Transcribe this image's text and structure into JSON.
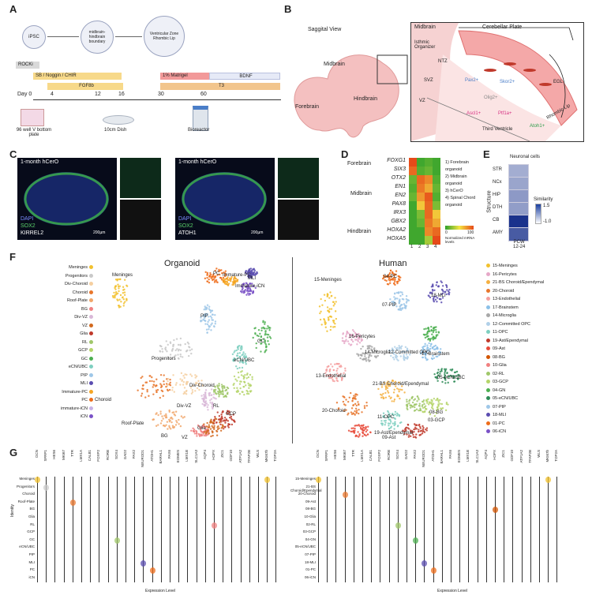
{
  "panels": {
    "A": "A",
    "B": "B",
    "C": "C",
    "D": "D",
    "E": "E",
    "F": "F",
    "G": "G"
  },
  "panelA": {
    "stages": [
      "iPSC",
      "midbrain-hindbrain boundary",
      "Ventricular Zone Rhombic Lip"
    ],
    "bars": [
      "ROCKi",
      "SB / Noggin / CHIR",
      "FGF8b",
      "1% Matrigel",
      "BDNF",
      "T3"
    ],
    "days": [
      "Day 0",
      "4",
      "12",
      "16",
      "30",
      "60"
    ],
    "vessels": [
      "96 well V bottom plate",
      "10cm Dish",
      "Bioreactor"
    ]
  },
  "panelB": {
    "title": "Saggital View",
    "regions": [
      "Midbrain",
      "Forebrain",
      "Hindbrain"
    ],
    "zoom": [
      "Midbrain",
      "Cerebellar Plate",
      "Isthmic Organizer",
      "NTZ",
      "SVZ",
      "VZ",
      "EGL",
      "Third Ventricle",
      "Rhombic Lip",
      "Pax2+",
      "Skor2+",
      "Olig2+",
      "Ascl1+",
      "Ptf1a+",
      "Atoh1+"
    ]
  },
  "panelC": {
    "images": [
      {
        "title": "1-month hCerO",
        "channels": [
          "DAPI",
          "SOX2",
          "KIRREL2"
        ],
        "scale": "200µm"
      },
      {
        "title": "1-month hCerO",
        "channels": [
          "DAPI",
          "SOX2",
          "ATOH1"
        ],
        "scale": "200µm"
      }
    ]
  },
  "panelD": {
    "groups": [
      {
        "name": "Forebrain",
        "genes": [
          "FOXG1",
          "SIX3"
        ]
      },
      {
        "name": "Midbrain",
        "genes": [
          "OTX2",
          "EN1",
          "EN2",
          "PAX8"
        ]
      },
      {
        "name": "Hindbrain",
        "genes": [
          "IRX3",
          "GBX2",
          "HOXA2",
          "HOXA5"
        ]
      }
    ],
    "columns": [
      "1",
      "2",
      "3",
      "4"
    ],
    "key": [
      "1) Forebrain organoid",
      "2) Midbrain organoid",
      "3) hCerO",
      "4) Spinal Chord organoid"
    ],
    "colorbar": {
      "min": "0",
      "max": "100",
      "label": "Normalized mRNA levels"
    },
    "values": [
      [
        100,
        5,
        10,
        5
      ],
      [
        90,
        10,
        15,
        5
      ],
      [
        15,
        90,
        80,
        10
      ],
      [
        10,
        85,
        70,
        15
      ],
      [
        15,
        75,
        95,
        10
      ],
      [
        5,
        60,
        90,
        20
      ],
      [
        5,
        20,
        90,
        60
      ],
      [
        5,
        15,
        85,
        70
      ],
      [
        5,
        5,
        80,
        90
      ],
      [
        5,
        5,
        30,
        100
      ]
    ]
  },
  "panelE": {
    "title": "Neuronal cells",
    "ylabel": "Structure",
    "structures": [
      "STR",
      "NCx",
      "HIP",
      "DTH",
      "CB",
      "AMY"
    ],
    "similarity": [
      0.0,
      0.1,
      0.25,
      0.2,
      1.5,
      1.0
    ],
    "legend": {
      "label": "Similarity",
      "max": "1.5",
      "min": "-1.0"
    },
    "xlabel": "PCW\n12-24"
  },
  "panelF": {
    "organoid": {
      "title": "Organoid",
      "legend": [
        {
          "name": "Meninges",
          "color": "#f2c12e"
        },
        {
          "name": "Progenitors",
          "color": "#c9c9c9"
        },
        {
          "name": "Div-Choroid",
          "color": "#f5cfa0"
        },
        {
          "name": "Choroid",
          "color": "#e8762c"
        },
        {
          "name": "Roof-Plate",
          "color": "#f1a66a"
        },
        {
          "name": "BG",
          "color": "#f08080"
        },
        {
          "name": "Div-VZ",
          "color": "#d9b8d8"
        },
        {
          "name": "VZ",
          "color": "#d2691e"
        },
        {
          "name": "Glia",
          "color": "#c0392b"
        },
        {
          "name": "RL",
          "color": "#a0c76a"
        },
        {
          "name": "GCP",
          "color": "#b5d56a"
        },
        {
          "name": "GC",
          "color": "#4caf50"
        },
        {
          "name": "eCN/UBC",
          "color": "#7ecfc0"
        },
        {
          "name": "PIP",
          "color": "#9ec7e8"
        },
        {
          "name": "MLI",
          "color": "#5b4db0"
        },
        {
          "name": "Immature-PC",
          "color": "#f5a623"
        },
        {
          "name": "PC",
          "color": "#ee6c1a"
        },
        {
          "name": "immature-iCN",
          "color": "#c8b3e6"
        },
        {
          "name": "iCN",
          "color": "#7a52c7"
        }
      ],
      "labels": [
        "Meninges",
        "Progenitors",
        "PC",
        "Immature-PC",
        "MLI",
        "Immature-iCN",
        "PIP",
        "Div-Choroid",
        "eCN/UBC",
        "GC",
        "Choroid",
        "Div-VZ",
        "RL",
        "GCP",
        "Roof-Plate",
        "BG",
        "VZ",
        "Glia"
      ]
    },
    "human": {
      "title": "Human",
      "legend": [
        {
          "name": "15-Meninges",
          "color": "#f2c12e"
        },
        {
          "name": "16-Pericytes",
          "color": "#e6a8c8"
        },
        {
          "name": "21-BS Choroid/Ependymal",
          "color": "#f5b041"
        },
        {
          "name": "20-Choroid",
          "color": "#e8762c"
        },
        {
          "name": "13-Endothelial",
          "color": "#f4a0a0"
        },
        {
          "name": "17-Brainstem",
          "color": "#8bc0e8"
        },
        {
          "name": "14-Microglia",
          "color": "#a8a8a8"
        },
        {
          "name": "12-Committed OPC",
          "color": "#b0d0e8"
        },
        {
          "name": "11-OPC",
          "color": "#7ecfc0"
        },
        {
          "name": "19-Ast/Ependymal",
          "color": "#c0392b"
        },
        {
          "name": "09-Ast",
          "color": "#e74c3c"
        },
        {
          "name": "08-BG",
          "color": "#d35400"
        },
        {
          "name": "10-Glia",
          "color": "#f08080"
        },
        {
          "name": "02-RL",
          "color": "#a0c76a"
        },
        {
          "name": "03-GCP",
          "color": "#b5d56a"
        },
        {
          "name": "04-GN",
          "color": "#4caf50"
        },
        {
          "name": "05-eCN/UBC",
          "color": "#2e8b57"
        },
        {
          "name": "07-PIP",
          "color": "#9ec7e8"
        },
        {
          "name": "18-MLI",
          "color": "#5b4db0"
        },
        {
          "name": "01-PC",
          "color": "#ee6c1a"
        },
        {
          "name": "06-iCN",
          "color": "#7a52c7"
        }
      ],
      "labels": [
        "15-Meninges",
        "04-PC",
        "07-PIP",
        "16-Pericytes",
        "18-MLI",
        "14-Microglia",
        "12-Committed OPC",
        "17-Brainstem",
        "13-Endothelial",
        "21-BS Choroid/Ependymal",
        "05-eCN/UBC",
        "20-Choroid",
        "11-OPC",
        "03-GCP",
        "19-Ast/Ependymal",
        "08-BG",
        "09-Ast"
      ]
    }
  },
  "panelG": {
    "ylabel": "Identity",
    "xlabel": "Expression Level",
    "genes": [
      "DCN",
      "SFRP1",
      "HES6",
      "MKI67",
      "TTR",
      "LMX1A",
      "CALB1",
      "FOXP2",
      "RORB",
      "SOX4",
      "GAD2",
      "PAX2",
      "NEUROD1",
      "ATOH1",
      "BARHL1",
      "PAX6",
      "EOMES",
      "LMX1B",
      "SLC1A3",
      "AQP4",
      "HOPX",
      "ZIC1",
      "GDF10",
      "ATP1A2",
      "TFAP2B",
      "WLS",
      "MKI67b",
      "TOP2A"
    ],
    "organoid_rows": [
      "Meninges",
      "Progenitors",
      "Choroid",
      "Roof-Plate",
      "BG",
      "Glia",
      "RL",
      "GCP",
      "GC",
      "eCN/UBC",
      "PIP",
      "MLI",
      "PC",
      "iCN"
    ],
    "human_rows": [
      "15-Meninges",
      "21-BS Choroid/Ependymal",
      "20-Choroid",
      "09-Ast",
      "08-BG",
      "10-Glia",
      "02-RL",
      "03-GCP",
      "04-GN",
      "05-eCN/UBC",
      "07-PIP",
      "18-MLI",
      "01-PC",
      "06-iCN"
    ]
  }
}
